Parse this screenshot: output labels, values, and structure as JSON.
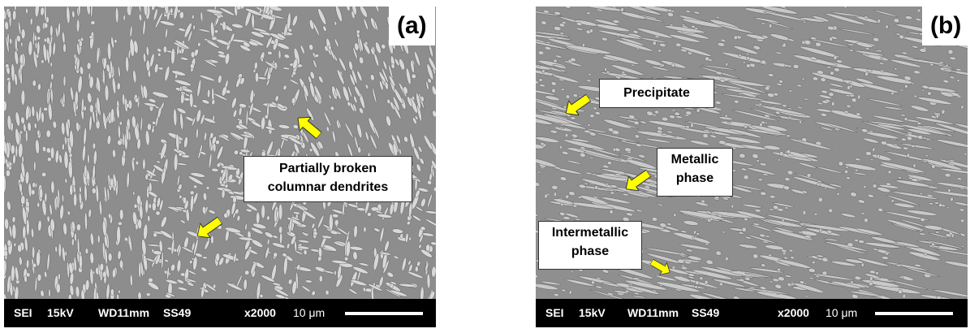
{
  "panels": [
    {
      "letter": "(a)",
      "annotation": "Partially broken columnar dendrites",
      "annotation_line1": "Partially broken",
      "annotation_line2": "columnar dendrites",
      "infobar": {
        "mode": "SEI",
        "voltage": "15kV",
        "wd": "WD11mm",
        "sample": "SS49",
        "mag": "x2000",
        "scale": "10 μm"
      }
    },
    {
      "letter": "(b)",
      "labels": {
        "precipitate": "Precipitate",
        "metallic_line1": "Metallic",
        "metallic_line2": "phase",
        "intermetallic_line1": "Intermetallic",
        "intermetallic_line2": "phase"
      },
      "infobar": {
        "mode": "SEI",
        "voltage": "15kV",
        "wd": "WD11mm",
        "sample": "SS49",
        "mag": "x2000",
        "scale": "10 μm"
      }
    }
  ],
  "colors": {
    "arrow": "#ffff00",
    "matrix": "#8c8c8c",
    "dendrite": "#d8d8d8",
    "bar": "#000000"
  },
  "icons": {
    "arrow": "arrow-icon"
  }
}
